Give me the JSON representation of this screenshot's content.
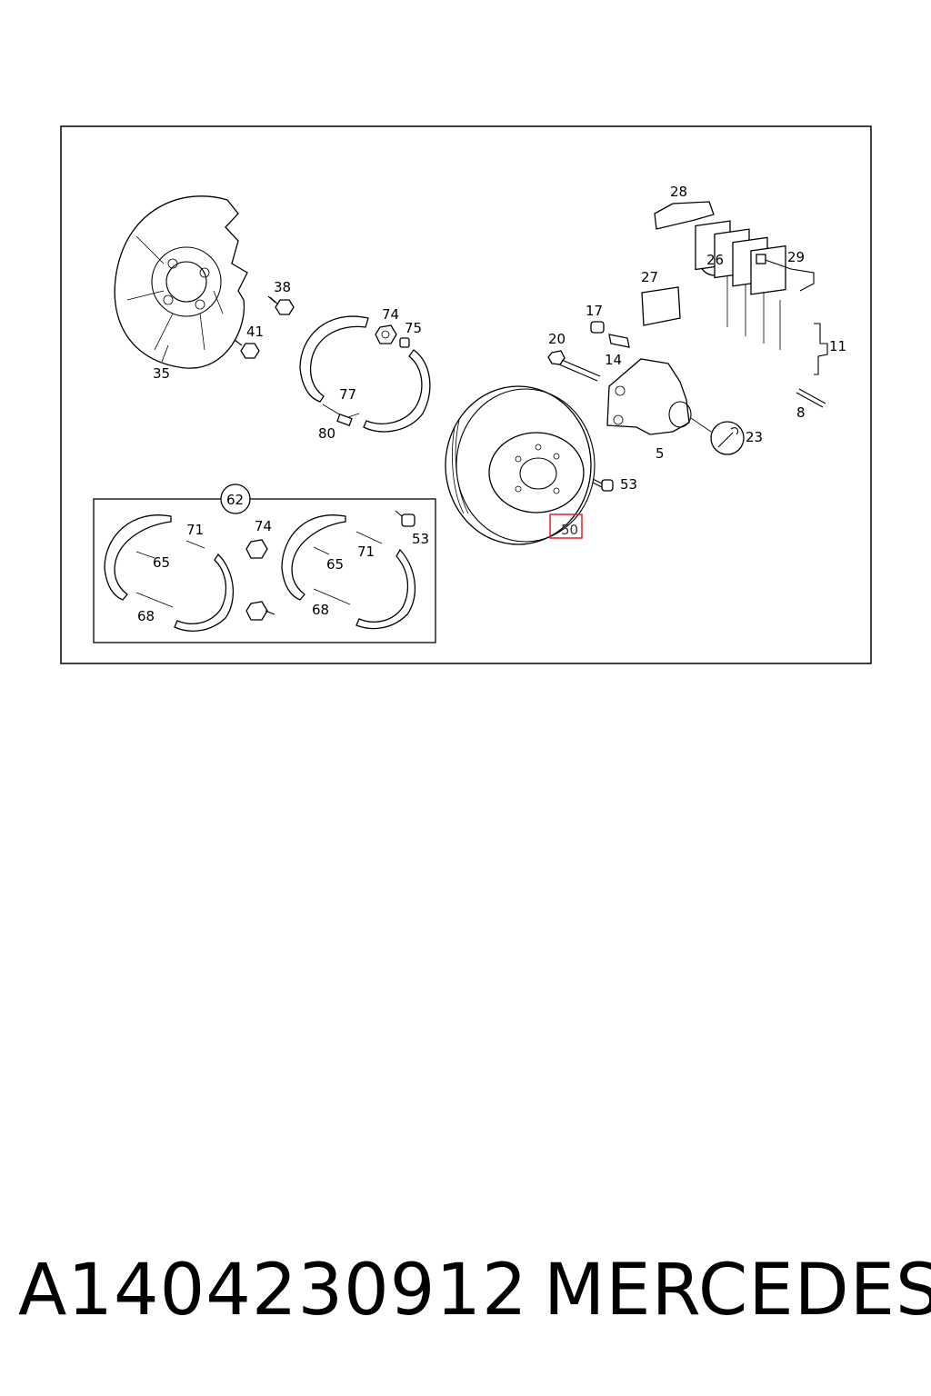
{
  "diagram": {
    "callouts": {
      "c28": "28",
      "c26": "26",
      "c29": "29",
      "c27": "27",
      "c17": "17",
      "c14": "14",
      "c20": "20",
      "c11": "11",
      "c8": "8",
      "c23": "23",
      "c5": "5",
      "c53a": "53",
      "c50": "50",
      "c35": "35",
      "c38": "38",
      "c41": "41",
      "c74a": "74",
      "c75": "75",
      "c77": "77",
      "c80": "80",
      "c62": "62",
      "c71a": "71",
      "c74b": "74",
      "c53b": "53",
      "c65a": "65",
      "c65b": "65",
      "c71b": "71",
      "c68a": "68",
      "c68b": "68"
    },
    "highlighted_callout": "50",
    "highlight_color": "#e02020"
  },
  "footer": {
    "part_number": "A1404230912",
    "brand": "MERCEDES"
  }
}
